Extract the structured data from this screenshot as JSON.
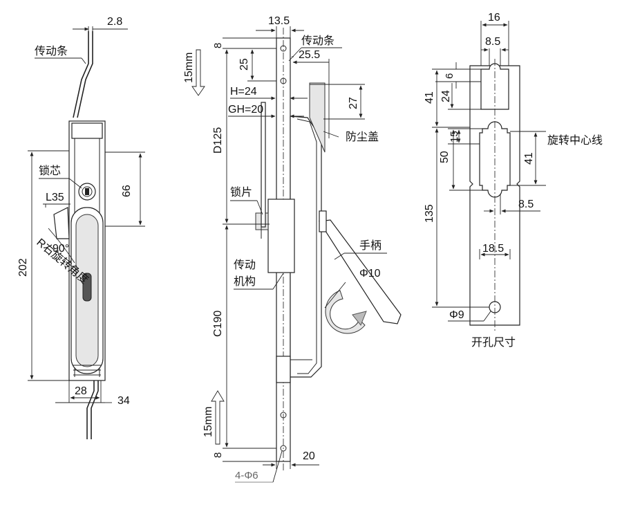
{
  "figure1": {
    "d_2_8": "2.8",
    "label_drive_bar": "传动条",
    "label_lock_core": "锁芯",
    "d_L35": "L35",
    "d_66": "66",
    "d_90deg": "90°",
    "label_R_rotation": "R右旋转角度",
    "d_202": "202",
    "d_28": "28",
    "d_34": "34"
  },
  "figure2": {
    "d_13_5": "13.5",
    "label_drive_bar": "传动条",
    "d_8_top": "8",
    "d_15mm_top": "15mm",
    "d_25": "25",
    "d_25_5": "25.5",
    "d_H24": "H=24",
    "d_27": "27",
    "d_GH20": "GH=20",
    "d_D125": "D125",
    "label_dust_cover": "防尘盖",
    "label_lock_plate": "锁片",
    "label_handle": "手柄",
    "d_phi10": "Φ10",
    "label_drive_mech_1": "传动",
    "label_drive_mech_2": "机构",
    "d_C190": "C190",
    "d_15mm_bottom": "15mm",
    "d_8_bottom": "8",
    "d_20": "20",
    "d_4phi6": "4-Φ6"
  },
  "figure3": {
    "d_16": "16",
    "d_8_5_top": "8.5",
    "d_6": "6",
    "d_41_left": "41",
    "d_24": "24",
    "d_15": "15",
    "d_50": "50",
    "label_rotation_center": "旋转中心线",
    "d_41_right": "41",
    "d_135": "135",
    "d_8_5_mid": "8.5",
    "d_18_5": "18.5",
    "d_phi9": "Φ9",
    "label_cutout_size": "开孔尺寸"
  }
}
